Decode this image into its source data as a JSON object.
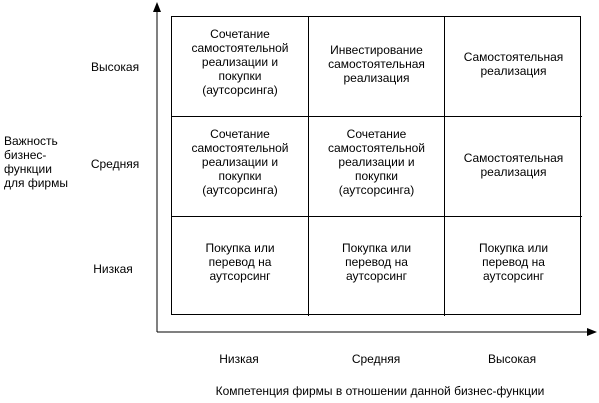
{
  "y_axis": {
    "title": "Важность\nбизнес-\nфункции\nдля фирмы",
    "levels": [
      "Высокая",
      "Средняя",
      "Низкая"
    ]
  },
  "x_axis": {
    "title": "Компетенция фирмы в отношении данной бизнес-функции",
    "levels": [
      "Низкая",
      "Средняя",
      "Высокая"
    ]
  },
  "matrix": {
    "rows": [
      [
        "Сочетание\nсамостоятельной\nреализации и\nпокупки\n(аутсорсинга)",
        "Инвестирование\nсамостоятельная\nреализация",
        "Самостоятельная\nреализация"
      ],
      [
        "Сочетание\nсамостоятельной\nреализации и\nпокупки\n(аутсорсинга)",
        "Сочетание\nсамостоятельной\nреализации и\nпокупки\n(аутсорсинга)",
        "Самостоятельная\nреализация"
      ],
      [
        "Покупка или\nперевод на\nаутсорсинг",
        "Покупка или\nперевод на\nаутсорсинг",
        "Покупка или\nперевод на\nаутсорсинг"
      ]
    ]
  }
}
